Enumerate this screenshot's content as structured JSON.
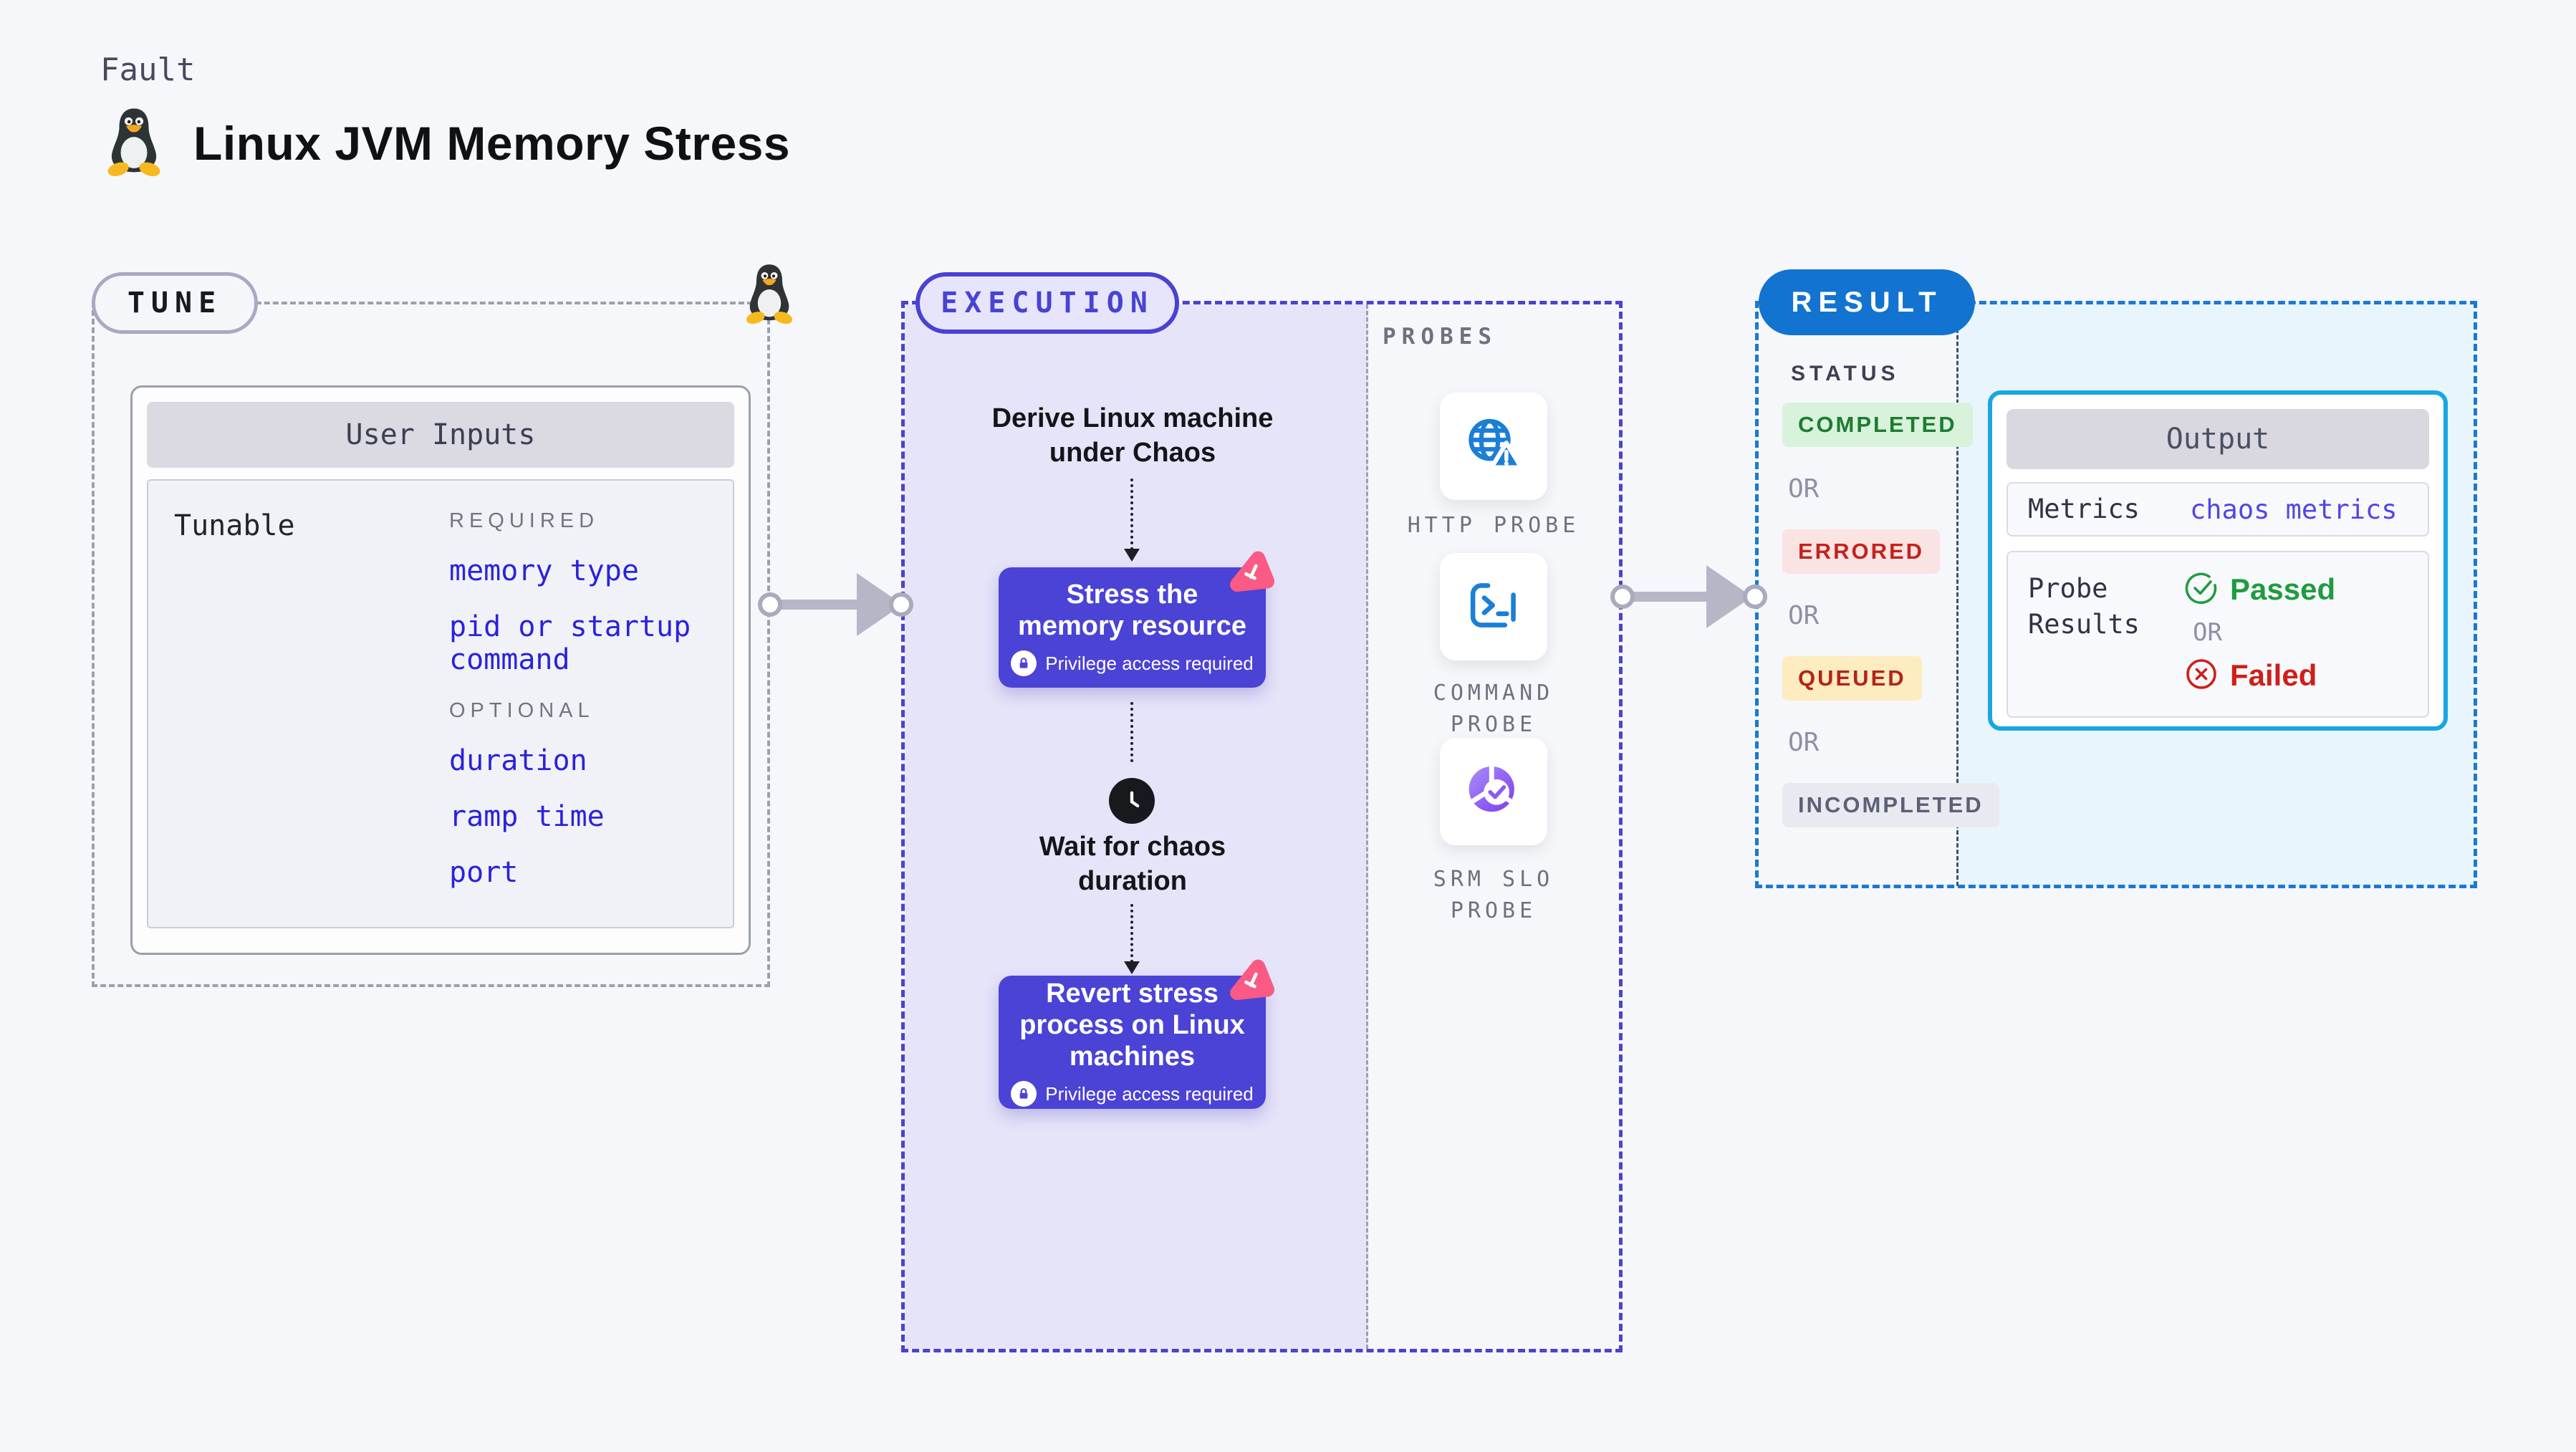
{
  "header": {
    "eyebrow": "Fault",
    "title": "Linux JVM Memory Stress",
    "icon": "tux-penguin-icon"
  },
  "tune": {
    "badge": "TUNE",
    "user_inputs": {
      "title": "User Inputs",
      "row_label": "Tunable",
      "required_heading": "REQUIRED",
      "required_items": [
        "memory type",
        "pid or startup command"
      ],
      "optional_heading": "OPTIONAL",
      "optional_items": [
        "duration",
        "ramp time",
        "port"
      ]
    }
  },
  "execution": {
    "badge": "EXECUTION",
    "derive_label": "Derive Linux machine under Chaos",
    "stress_label": "Stress the memory resource",
    "wait_label": "Wait for chaos duration",
    "revert_label": "Revert stress process on Linux machines",
    "privilege_note": "Privilege access required",
    "probes": {
      "heading": "PROBES",
      "items": [
        {
          "label": "HTTP PROBE",
          "icon": "globe-alert-icon"
        },
        {
          "label": "COMMAND PROBE",
          "icon": "terminal-icon"
        },
        {
          "label": "SRM SLO PROBE",
          "icon": "slo-donut-check-icon"
        }
      ]
    }
  },
  "result": {
    "badge": "RESULT",
    "status_heading": "STATUS",
    "or_label": "OR",
    "statuses": [
      {
        "label": "COMPLETED",
        "type": "success"
      },
      {
        "label": "ERRORED",
        "type": "error"
      },
      {
        "label": "QUEUED",
        "type": "warning"
      },
      {
        "label": "INCOMPLETED",
        "type": "neutral"
      }
    ],
    "output": {
      "title": "Output",
      "metrics_label": "Metrics",
      "metrics_value": "chaos metrics",
      "probe_results_label": "Probe Results",
      "passed_label": "Passed",
      "or_label": "OR",
      "failed_label": "Failed"
    }
  },
  "colors": {
    "page_bg": "#f6f7fa",
    "indigo_node": "#4b42d6",
    "execution_panel": "#e6e4f9",
    "execution_dash": "#4a42d2",
    "tune_dash": "#9aa1ab",
    "result_dash": "#1a79d4",
    "result_pill": "#1273d0",
    "result_panel": "#e9f5fc",
    "output_border": "#18a6e2",
    "chaos_pink": "#fa5a84",
    "probe_blue": "#1b7fd6",
    "slo_purple": "#7b3df0",
    "link_blue": "#2b22dd",
    "success_green": "#1d7c31",
    "error_red": "#c3231d",
    "passed_green": "#1f9c3f",
    "failed_red": "#ce1f19"
  }
}
